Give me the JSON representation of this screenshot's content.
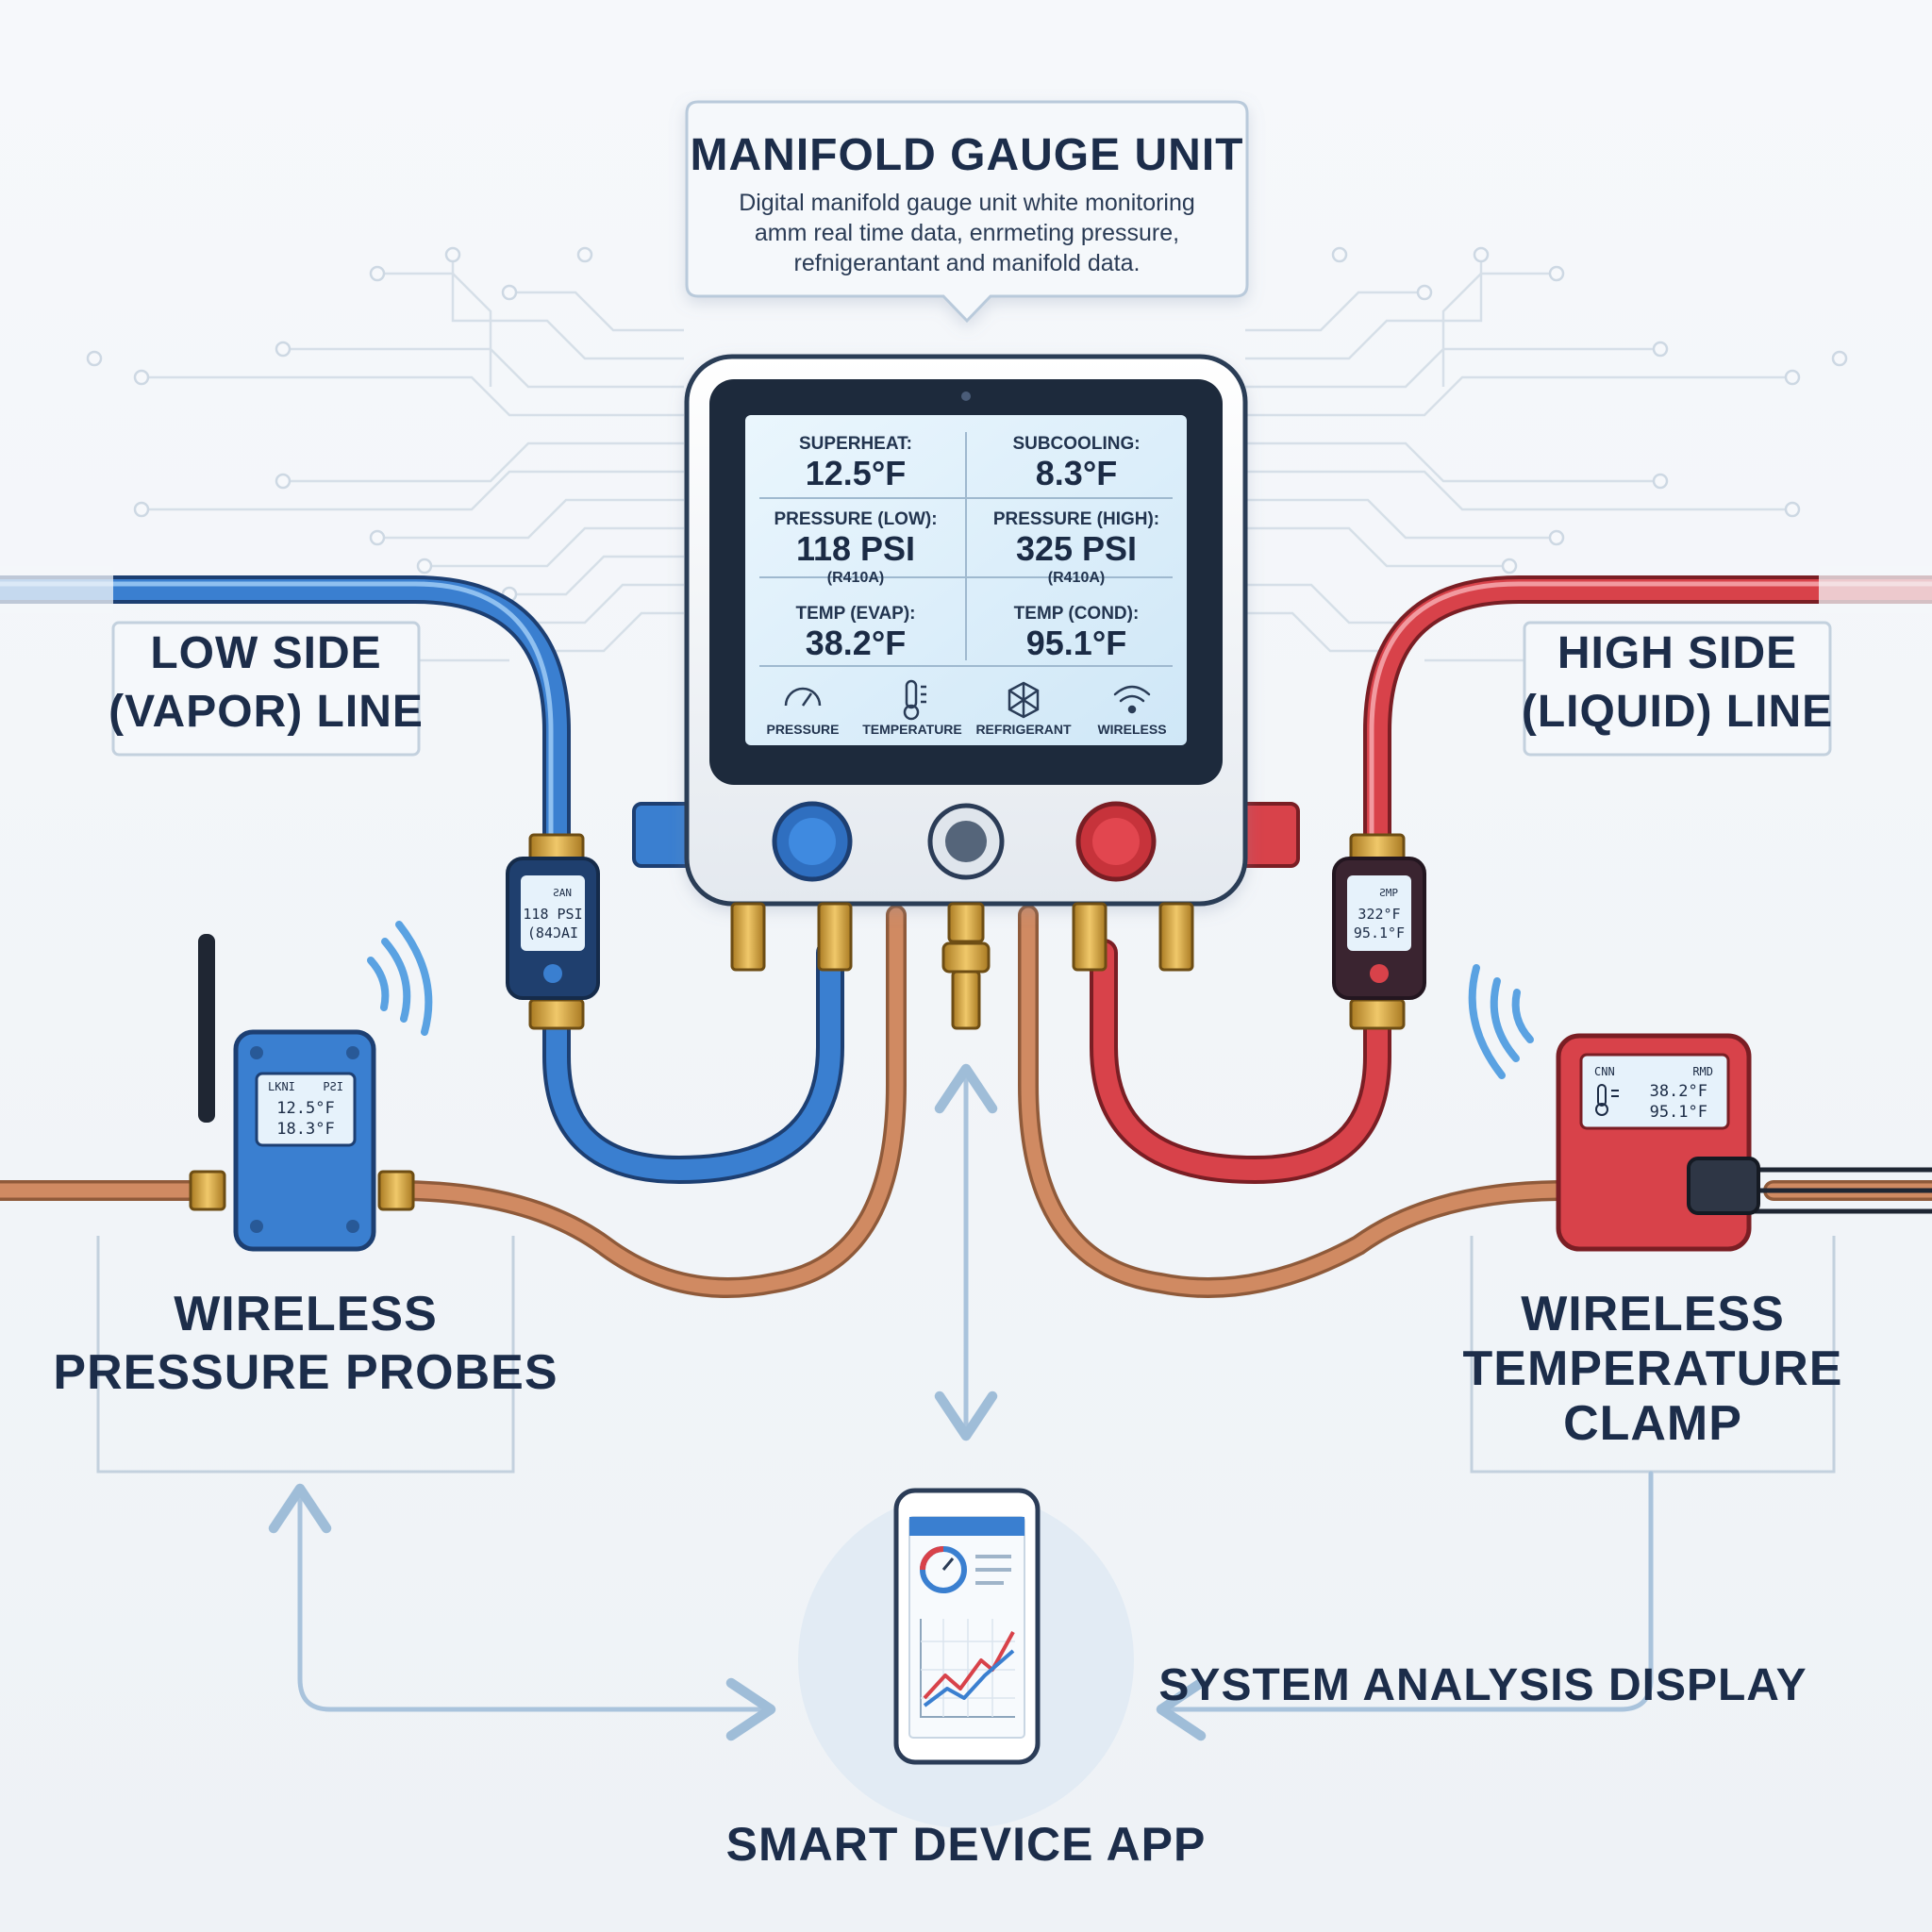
{
  "colors": {
    "background": "#f2f5f8",
    "low_side_blue": "#3a7fd0",
    "high_side_red": "#d8424a",
    "copper": "#d08a62",
    "brass": "#c89a3a",
    "navy_text": "#1c2d4a",
    "screen_bg": "#dff0fb",
    "connector_line": "#a9c3dc"
  },
  "callout": {
    "title": "MANIFOLD GAUGE UNIT",
    "lines": [
      "Digital manifold gauge unit white monitoring",
      "amm real time data, enrmeting pressure,",
      "refnigerantant and manifold data."
    ]
  },
  "gauge_screen": {
    "cells": [
      {
        "label": "SUPERHEAT:",
        "value": "12.5°F",
        "sub": ""
      },
      {
        "label": "SUBCOOLING:",
        "value": "8.3°F",
        "sub": ""
      },
      {
        "label": "PRESSURE (LOW):",
        "value": "118 PSI",
        "sub": "(R410A)"
      },
      {
        "label": "PRESSURE (HIGH):",
        "value": "325 PSI",
        "sub": "(R410A)"
      },
      {
        "label": "TEMP (EVAP):",
        "value": "38.2°F",
        "sub": ""
      },
      {
        "label": "TEMP (COND):",
        "value": "95.1°F",
        "sub": ""
      }
    ],
    "icons": [
      {
        "icon": "gauge-icon",
        "label": "PRESSURE"
      },
      {
        "icon": "thermometer-icon",
        "label": "TEMPERATURE"
      },
      {
        "icon": "refrigerant-icon",
        "label": "REFRIGERANT"
      },
      {
        "icon": "wifi-icon",
        "label": "WIRELESS"
      }
    ]
  },
  "low_side_label": [
    "LOW SIDE",
    "(VAPOR) LINE"
  ],
  "high_side_label": [
    "HIGH SIDE",
    "(LIQUID) LINE"
  ],
  "low_hose_sensor": {
    "header": "ƧAN",
    "line1": "118 PSI",
    "line2": "(84ƆAI"
  },
  "high_hose_sensor": {
    "header": "ƧMP",
    "line1": "322°F",
    "line2": "95.1°F"
  },
  "pressure_probe": {
    "header_left": "LKNI",
    "header_right": "PƧI",
    "line1": "12.5°F",
    "line2": "18.3°F"
  },
  "temp_clamp": {
    "header_left": "CNN",
    "header_right": "RMD",
    "line1": "38.2°F",
    "line2": "95.1°F"
  },
  "probe_label": [
    "WIRELESS",
    "PRESSURE PROBES"
  ],
  "clamp_label": [
    "WIRELESS",
    "TEMPERATURE",
    "CLAMP"
  ],
  "system_label": "SYSTEM ANALYSIS DISPLAY",
  "app_label": "SMART DEVICE APP"
}
